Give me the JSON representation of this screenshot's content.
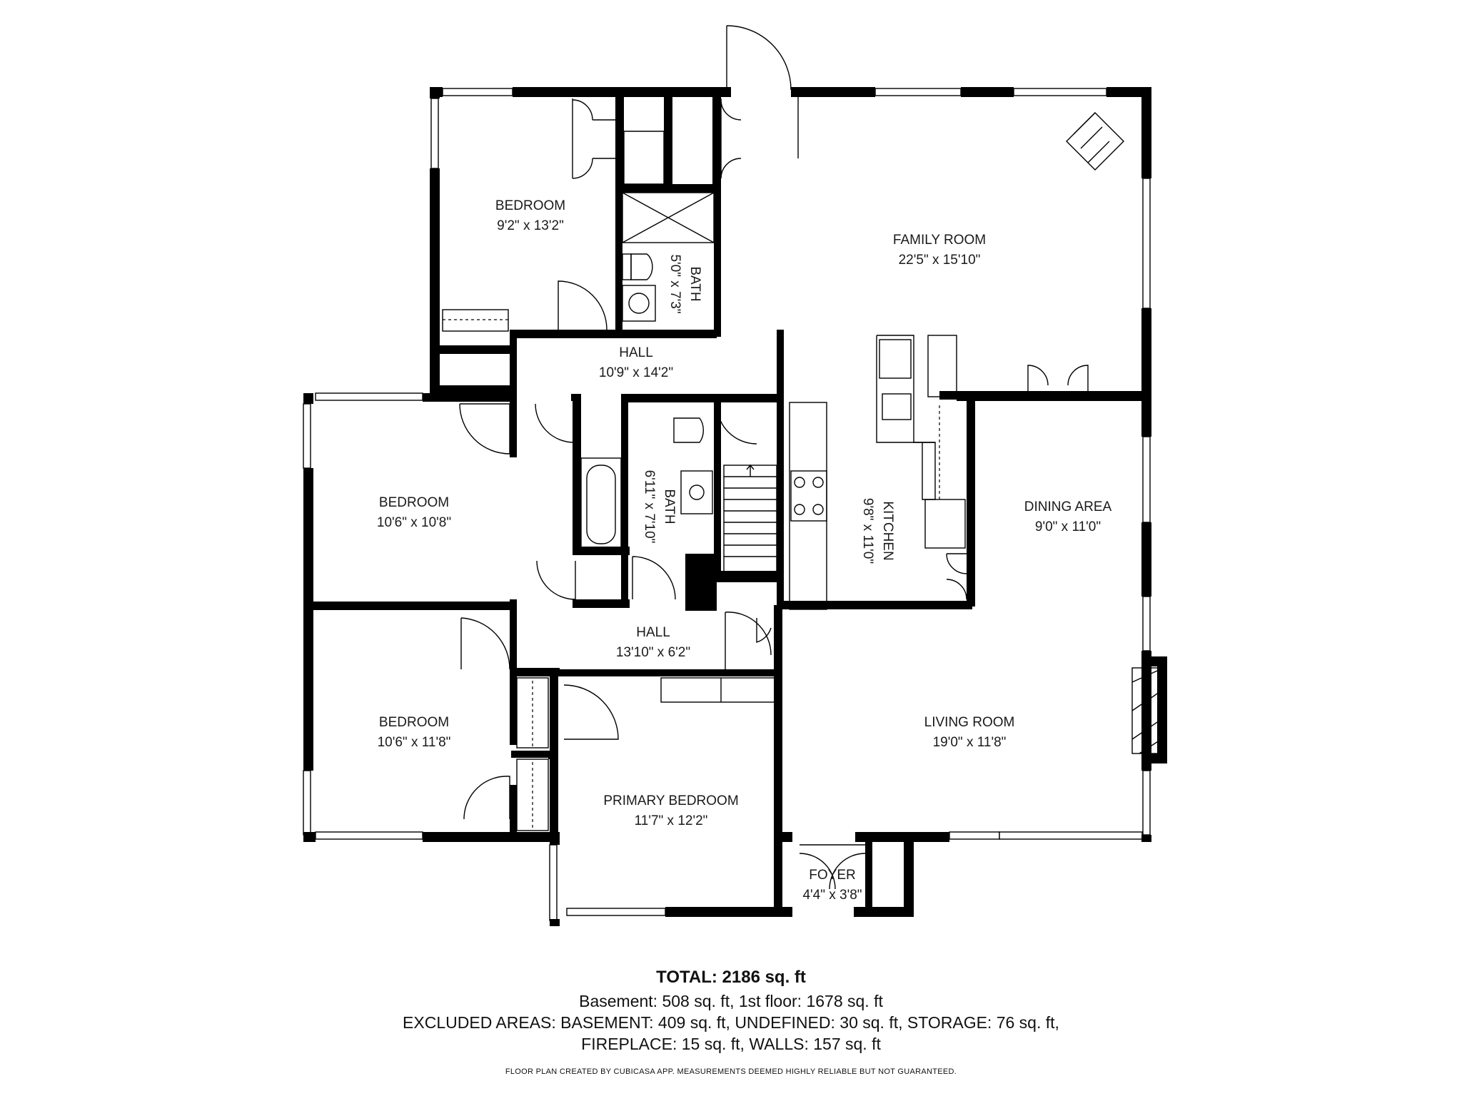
{
  "rooms": {
    "bedroom_top": {
      "name": "BEDROOM",
      "dim": "9'2\" x 13'2\""
    },
    "bath_top": {
      "name": "BATH",
      "dim": "5'0\" x 7'3\""
    },
    "family_room": {
      "name": "FAMILY ROOM",
      "dim": "22'5\" x 15'10\""
    },
    "hall_upper": {
      "name": "HALL",
      "dim": "10'9\" x 14'2\""
    },
    "bedroom_mid": {
      "name": "BEDROOM",
      "dim": "10'6\" x 10'8\""
    },
    "bath_mid": {
      "name": "BATH",
      "dim": "6'11\" x 7'10\""
    },
    "kitchen": {
      "name": "KITCHEN",
      "dim": "9'8\" x 11'0\""
    },
    "dining_area": {
      "name": "DINING AREA",
      "dim": "9'0\" x 11'0\""
    },
    "hall_lower": {
      "name": "HALL",
      "dim": "13'10\" x 6'2\""
    },
    "bedroom_low": {
      "name": "BEDROOM",
      "dim": "10'6\" x 11'8\""
    },
    "living_room": {
      "name": "LIVING ROOM",
      "dim": "19'0\" x 11'8\""
    },
    "primary_bedroom": {
      "name": "PRIMARY BEDROOM",
      "dim": "11'7\" x 12'2\""
    },
    "foyer": {
      "name": "FOYER",
      "dim": "4'4\" x 3'8\""
    }
  },
  "summary": {
    "total": "TOTAL: 2186 sq. ft",
    "line1": "Basement: 508 sq. ft, 1st floor: 1678 sq. ft",
    "line2": "EXCLUDED AREAS: BASEMENT: 409 sq. ft, UNDEFINED: 30 sq. ft, STORAGE: 76 sq. ft,",
    "line3": "FIREPLACE: 15 sq. ft, WALLS: 157 sq. ft"
  },
  "credit": "FLOOR PLAN CREATED BY CUBICASA APP. MEASUREMENTS DEEMED HIGHLY RELIABLE BUT NOT GUARANTEED."
}
